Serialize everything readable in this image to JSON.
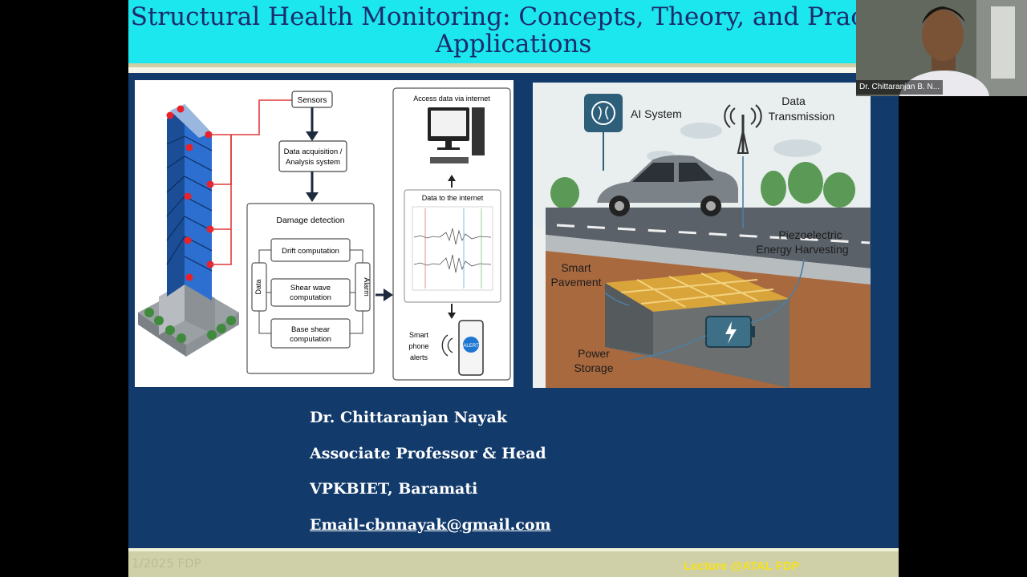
{
  "slide": {
    "title_line1": "Structural Health Monitoring: Concepts, Theory, and Practic",
    "title_line2": "Applications",
    "author": {
      "name": "Dr. Chittaranjan Nayak",
      "designation": "Associate Professor & Head",
      "institute": "VPKBIET, Baramati",
      "email": "Email-cbnnayak@gmail.com"
    },
    "footer_left": "1/2025  FDP",
    "footer_right": "Lecture @ATAL FDP"
  },
  "shm_diagram": {
    "sensors": "Sensors",
    "daq_line1": "Data acquisition /",
    "daq_line2": "Analysis system",
    "damage_detection": "Damage detection",
    "data_label": "Data",
    "alarm_label": "Alarm",
    "drift": "Drift computation",
    "shear_wave_line1": "Shear wave",
    "shear_wave_line2": "computation",
    "base_shear_line1": "Base shear",
    "base_shear_line2": "computation",
    "access_internet": "Access data via internet",
    "data_to_internet": "Data to the internet",
    "smartphone_line1": "Smart",
    "smartphone_line2": "phone",
    "smartphone_line3": "alerts",
    "alert_badge": "ALERT"
  },
  "pavement_diagram": {
    "ai_system": "AI System",
    "data_line1": "Data",
    "data_line2": "Transmission",
    "piezo_line1": "Piezoelectric",
    "piezo_line2": "Energy Harvesting",
    "smart_line1": "Smart",
    "smart_line2": "Pavement",
    "power_line1": "Power",
    "power_line2": "Storage"
  },
  "webcam": {
    "name_tag": "Dr. Chittaranjan B. N..."
  }
}
